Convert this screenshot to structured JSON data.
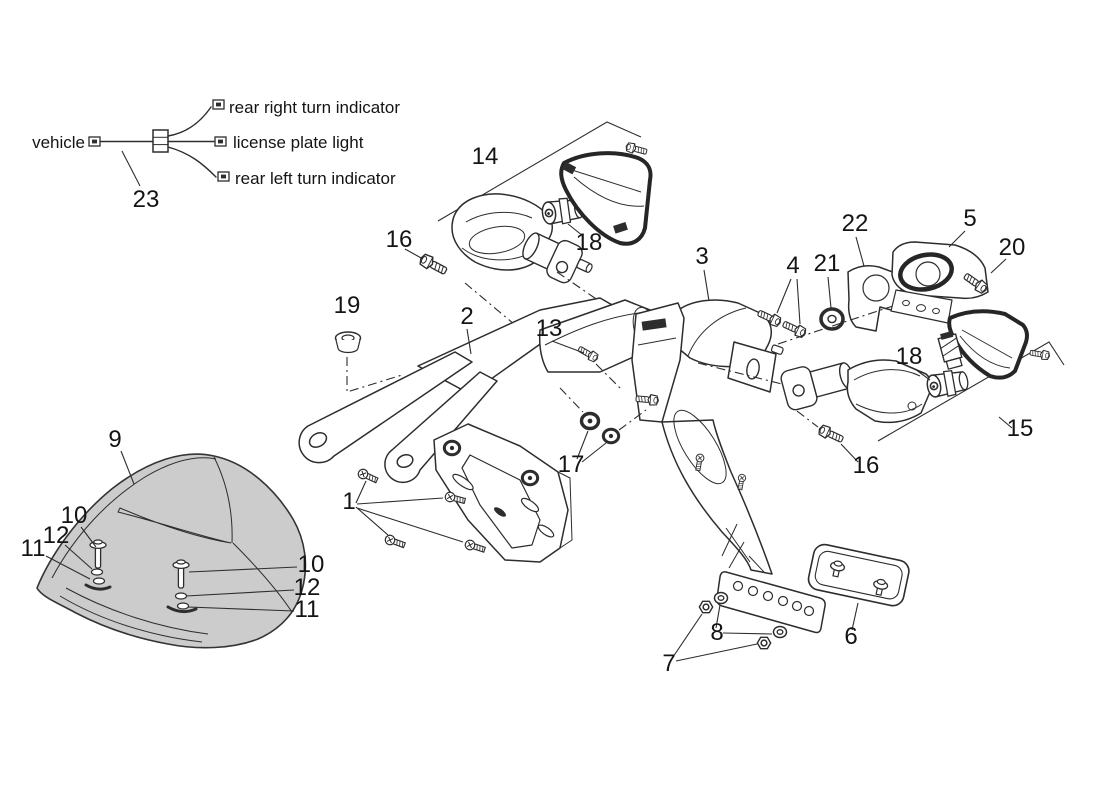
{
  "diagram_title": "rear body exploded parts diagram",
  "colors": {
    "background": "#ffffff",
    "line": "#2d2d2d",
    "fender_fill": "#cccccc",
    "text": "#141414"
  },
  "wiring_legend": {
    "vehicle_label": "vehicle",
    "harness_number": "23",
    "branches": [
      {
        "label": "rear right turn indicator"
      },
      {
        "label": "license plate light"
      },
      {
        "label": "rear left turn indicator"
      }
    ]
  },
  "callouts": [
    {
      "ref": "23"
    },
    {
      "ref": "14"
    },
    {
      "ref": "18"
    },
    {
      "ref": "16"
    },
    {
      "ref": "19"
    },
    {
      "ref": "2"
    },
    {
      "ref": "13"
    },
    {
      "ref": "3"
    },
    {
      "ref": "4"
    },
    {
      "ref": "21"
    },
    {
      "ref": "22"
    },
    {
      "ref": "5"
    },
    {
      "ref": "20"
    },
    {
      "ref": "18"
    },
    {
      "ref": "15"
    },
    {
      "ref": "16"
    },
    {
      "ref": "17"
    },
    {
      "ref": "9"
    },
    {
      "ref": "10"
    },
    {
      "ref": "12"
    },
    {
      "ref": "11"
    },
    {
      "ref": "10"
    },
    {
      "ref": "12"
    },
    {
      "ref": "11"
    },
    {
      "ref": "1"
    },
    {
      "ref": "8"
    },
    {
      "ref": "7"
    },
    {
      "ref": "6"
    }
  ]
}
